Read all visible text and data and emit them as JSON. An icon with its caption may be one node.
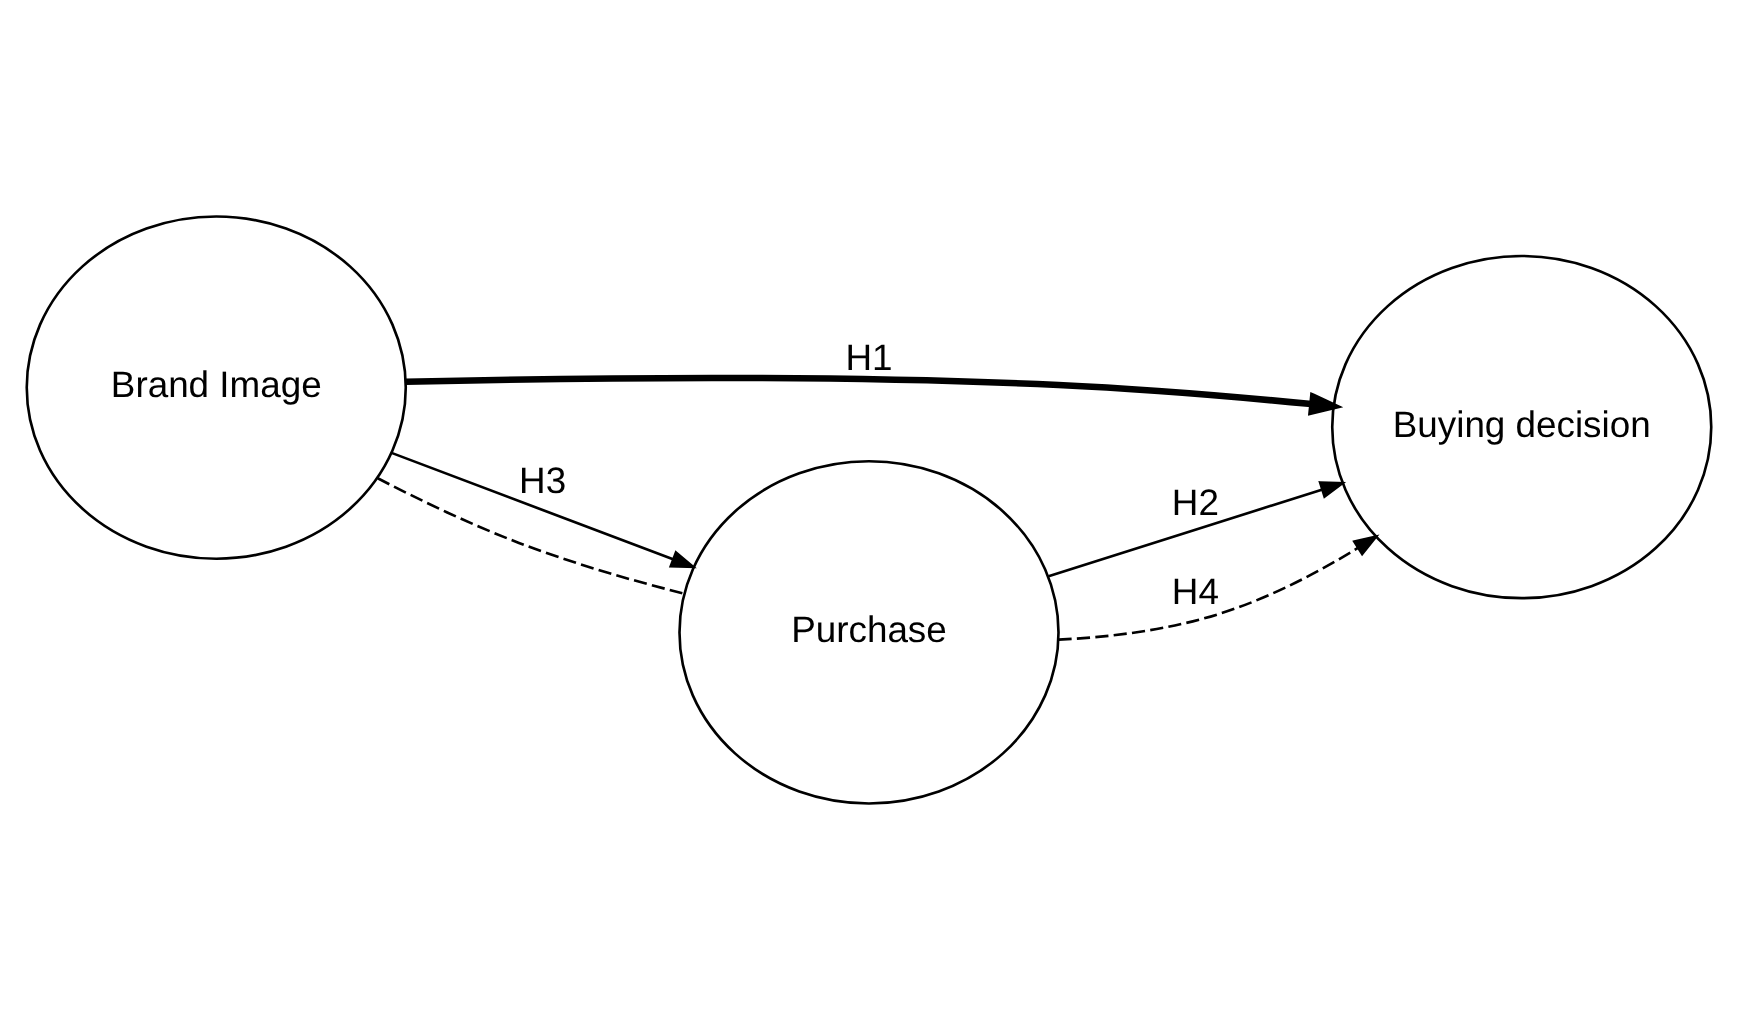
{
  "diagram": {
    "nodes": [
      {
        "text": [
          "Brand Image"
        ]
      },
      {
        "text": [
          "Buying decision"
        ]
      },
      {
        "text": [
          "Purchase"
        ]
      }
    ],
    "edges": [
      {
        "from": 0,
        "to": 1,
        "arrow": "to",
        "label": "H1",
        "style": "thick"
      },
      {
        "from": 0,
        "to": 2,
        "arrow": "to",
        "label": "H3"
      },
      {
        "from": 2,
        "to": 1,
        "arrow": "to",
        "label": "H2"
      },
      {
        "from": 0,
        "to": 2,
        "arrow": "none",
        "style": "dashed"
      },
      {
        "from": 2,
        "to": 1,
        "arrow": "to",
        "label": "H4",
        "style": "dashed"
      }
    ]
  }
}
